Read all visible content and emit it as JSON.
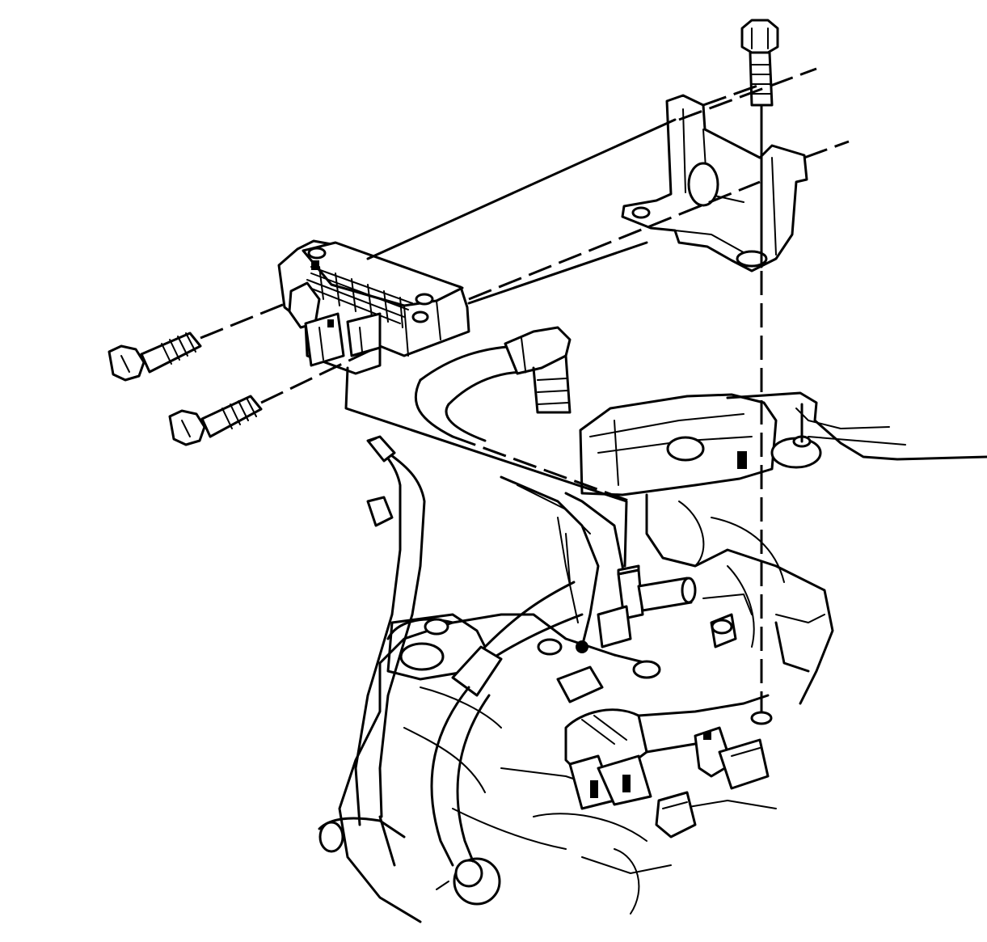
{
  "diagram": {
    "parts": [
      {
        "name": "ignition-control-module"
      },
      {
        "name": "mounting-bracket"
      },
      {
        "name": "module-bolt"
      },
      {
        "name": "bracket-bolt"
      },
      {
        "name": "wiring-harness"
      },
      {
        "name": "engine-assembly"
      }
    ]
  }
}
